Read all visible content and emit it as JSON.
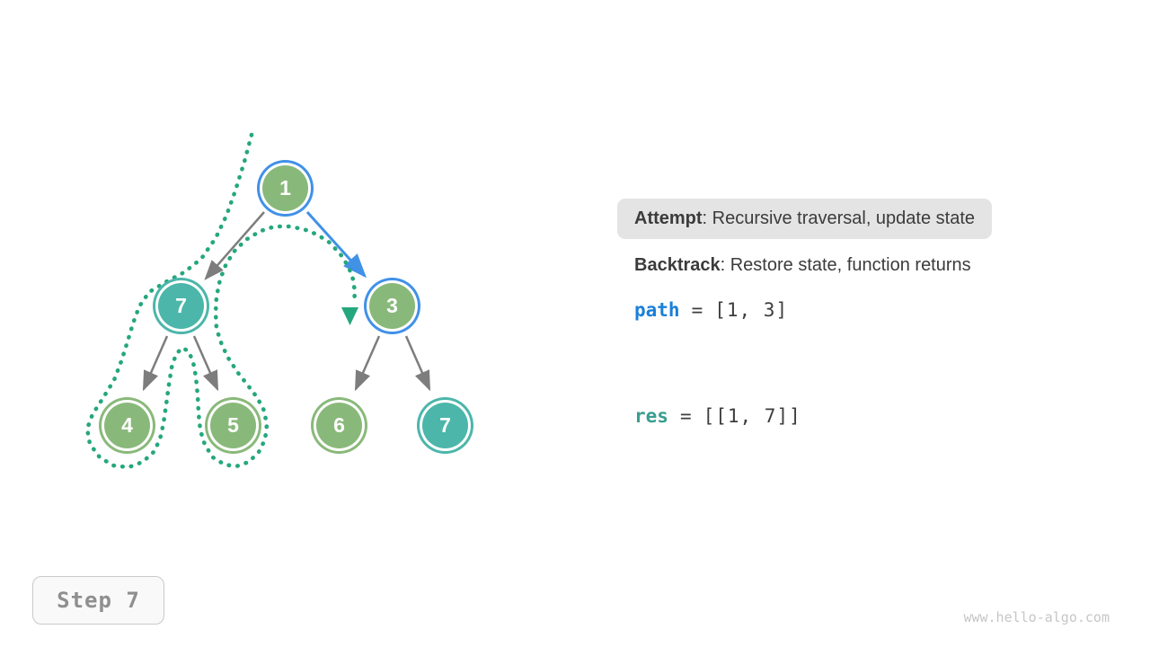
{
  "tree": {
    "nodes": [
      {
        "value": "1",
        "fill": "green",
        "ring": "blue",
        "role": "root, on current path"
      },
      {
        "value": "7",
        "fill": "teal",
        "ring": "teal",
        "role": "left child of 1, fully explored"
      },
      {
        "value": "3",
        "fill": "green",
        "ring": "blue",
        "role": "right child of 1, current node"
      },
      {
        "value": "4",
        "fill": "green",
        "ring": "green",
        "role": "left child of 7, visited"
      },
      {
        "value": "5",
        "fill": "green",
        "ring": "green",
        "role": "right child of 7, visited"
      },
      {
        "value": "6",
        "fill": "green",
        "ring": "green",
        "role": "left child of 3"
      },
      {
        "value": "7",
        "fill": "teal",
        "ring": "teal",
        "role": "right child of 3"
      }
    ],
    "edges": [
      {
        "from": "1",
        "to": "7",
        "style": "gray-arrow"
      },
      {
        "from": "1",
        "to": "3",
        "style": "blue-arrow"
      },
      {
        "from": "7",
        "to": "4",
        "style": "gray-arrow"
      },
      {
        "from": "7",
        "to": "5",
        "style": "gray-arrow"
      },
      {
        "from": "3",
        "to": "6",
        "style": "gray-arrow"
      },
      {
        "from": "3",
        "to": "7",
        "style": "gray-arrow"
      }
    ],
    "trail": {
      "style": "dotted",
      "description": "backtracking contour around left subtree ending with arrow pointer at node 3"
    }
  },
  "panel": {
    "attempt_label": "Attempt",
    "attempt_rest": ": Recursive traversal, update state",
    "backtrack_label": "Backtrack",
    "backtrack_rest": ": Restore state, function returns",
    "path_var": "path",
    "path_eq": "=",
    "path_value": "[1, 3]",
    "res_var": "res",
    "res_eq": "=",
    "res_value": "[[1, 7]]"
  },
  "step": {
    "label": "Step 7"
  },
  "footer": {
    "watermark": "www.hello-algo.com"
  },
  "colors": {
    "node_green": "#89b97a",
    "node_teal": "#4cb6aa",
    "highlight_blue": "#4191e7",
    "edge_gray": "#7d7d7d",
    "trail_emerald": "#25a77d",
    "path_text_blue": "#1b80d8",
    "res_text_teal": "#399e90",
    "attempt_bg": "#e4e4e4"
  }
}
